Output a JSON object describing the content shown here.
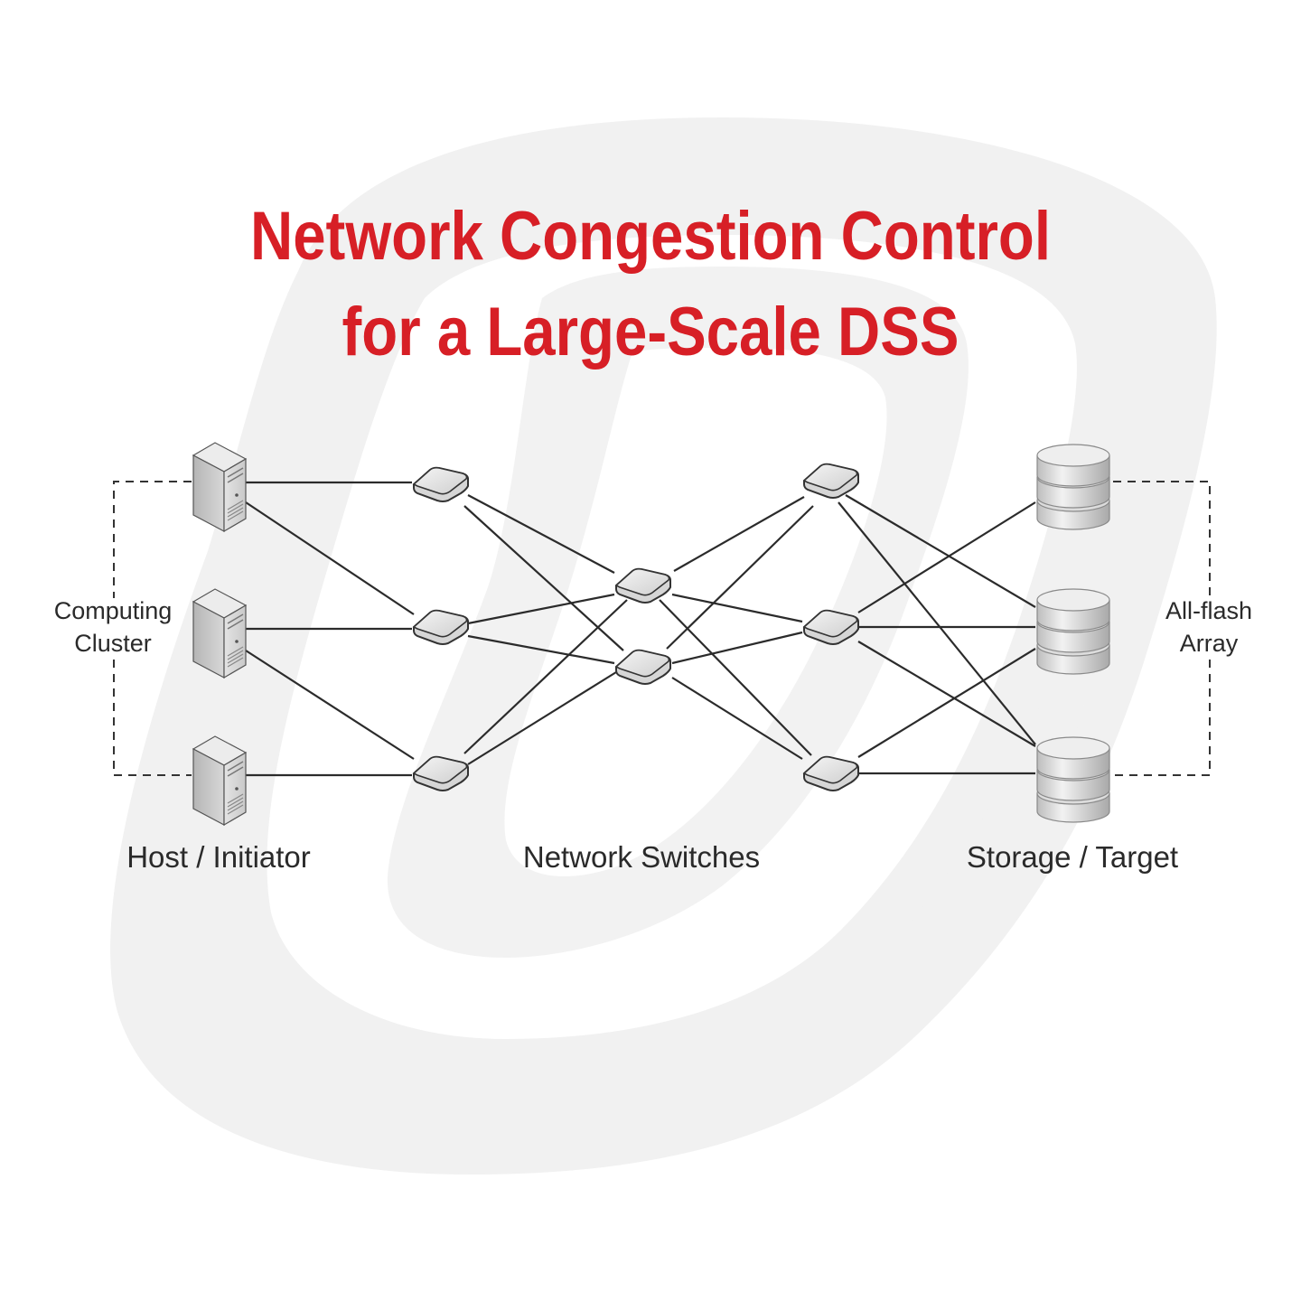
{
  "title": {
    "line1": "Network Congestion Control",
    "line2": "for a Large-Scale DSS"
  },
  "groups": {
    "left_line1": "Computing",
    "left_line2": "Cluster",
    "right_line1": "All-flash",
    "right_line2": "Array"
  },
  "tiers": {
    "hosts": "Host / Initiator",
    "switches": "Network Switches",
    "storage": "Storage / Target"
  },
  "colors": {
    "title": "#d71f26",
    "watermark": "#f1f1f1",
    "links": "#2b2b2b"
  },
  "icons": {
    "host": "server-tower-icon",
    "switch": "network-switch-icon",
    "storage": "database-stack-icon"
  }
}
